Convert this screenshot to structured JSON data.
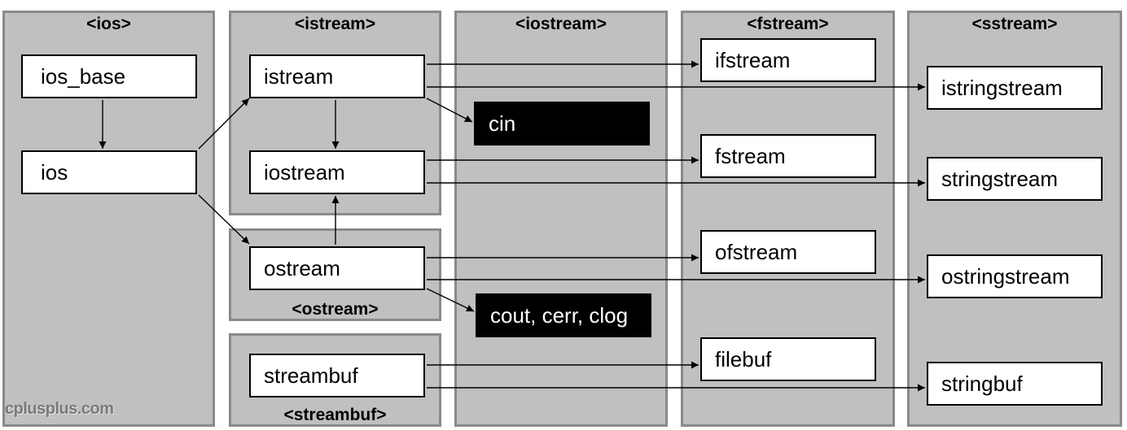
{
  "headers": {
    "ios": "<ios>",
    "istream": "<istream>",
    "iostream": "<iostream>",
    "fstream": "<fstream>",
    "sstream": "<sstream>",
    "ostream": "<ostream>",
    "streambuf": "<streambuf>"
  },
  "classes": {
    "ios_base": "ios_base",
    "ios": "ios",
    "istream": "istream",
    "iostream": "iostream",
    "ostream": "ostream",
    "streambuf": "streambuf",
    "ifstream": "ifstream",
    "fstream": "fstream",
    "ofstream": "ofstream",
    "filebuf": "filebuf",
    "istringstream": "istringstream",
    "stringstream": "stringstream",
    "ostringstream": "ostringstream",
    "stringbuf": "stringbuf"
  },
  "objects": {
    "cin": "cin",
    "cout": "cout, cerr, clog"
  },
  "watermark": "cplusplus.com",
  "colors": {
    "panel": "#c0c0c0",
    "panel_border": "#8a8a8a",
    "class_box": "#ffffff",
    "object_box": "#000000"
  }
}
